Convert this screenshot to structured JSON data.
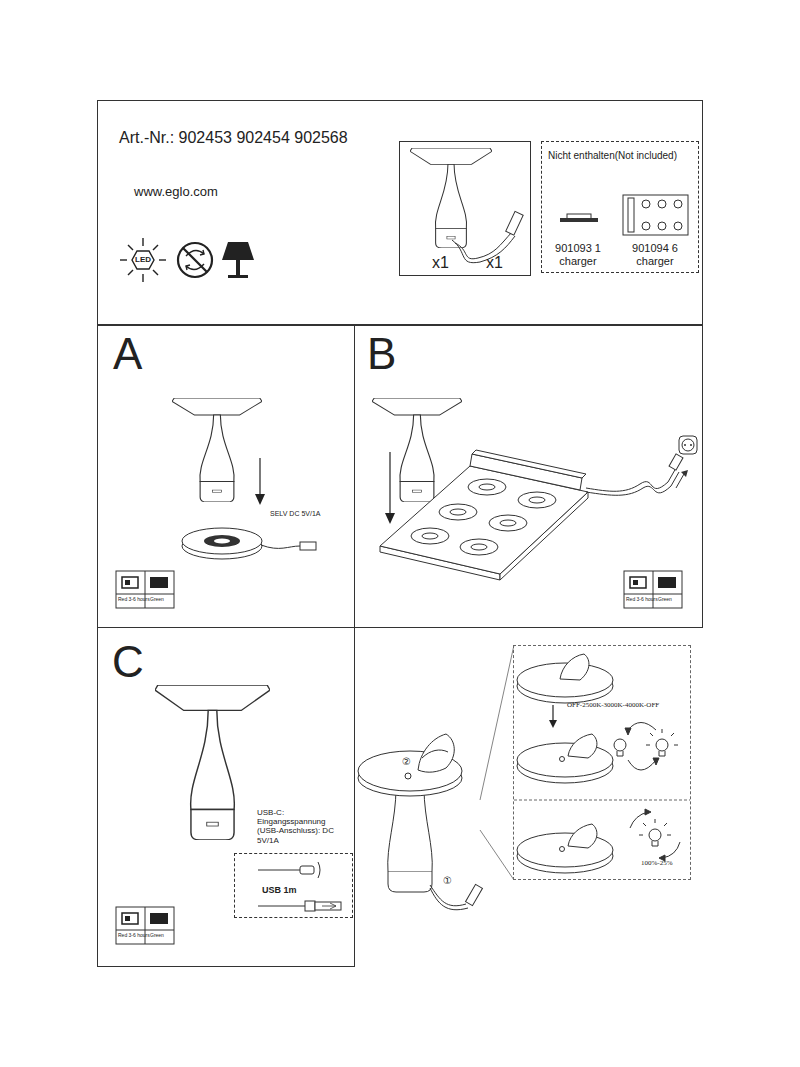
{
  "diagram": {
    "nodes": [
      {
        "text": [
          "Art.-Nr.: 902453 902454 902568",
          "www.eglo.com"
        ]
      },
      {
        "text": [
          "x1",
          "x1"
        ],
        "in": 0
      },
      {
        "text": [
          "Nicht enthalten(Not included)",
          "901093 1 charger",
          "901094 6 charger"
        ],
        "in": 0
      },
      {
        "text": [
          "A"
        ]
      },
      {
        "text": [
          "B"
        ]
      },
      {
        "text": [
          "C"
        ]
      },
      {
        "text": [
          "USB 1m"
        ],
        "in": 5
      },
      {
        "text": [
          "OFF-2500K-3000K-4000K-OFF",
          "100%-25%"
        ]
      }
    ],
    "labels": [
      "LED",
      "SELV DC 5V/1A",
      "Red 3-6 hours",
      "Green",
      "Red 3-6 hours",
      "Green",
      "USB-C: Eingangsspannung (USB-Anschluss): DC 5V/1A",
      "Red 3-6 hours",
      "Green",
      "②",
      "①"
    ]
  }
}
